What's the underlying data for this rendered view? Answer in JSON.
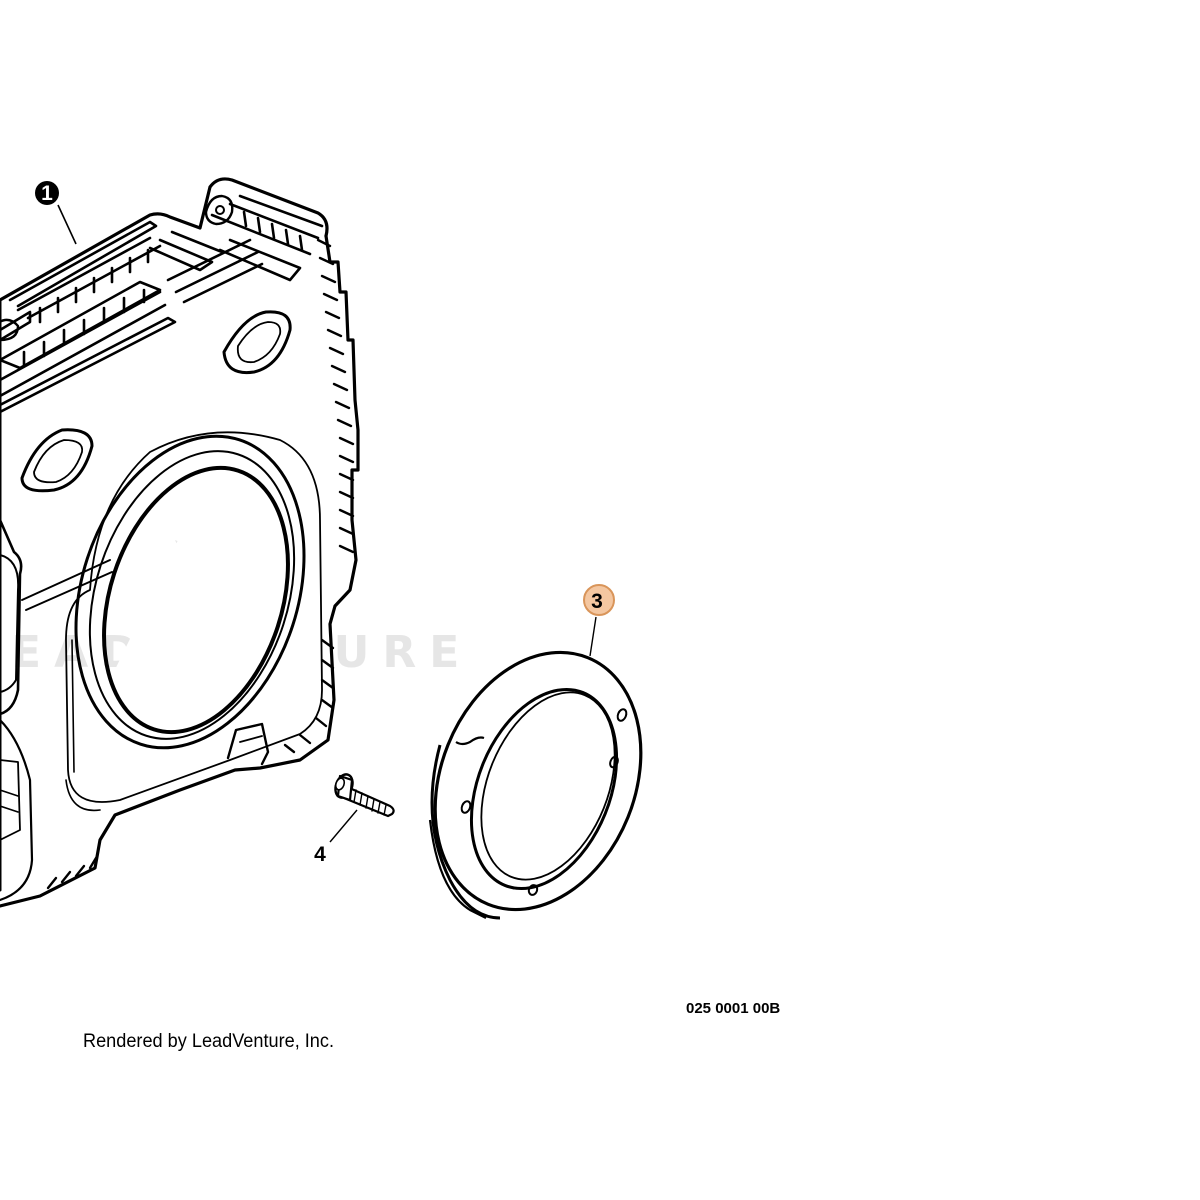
{
  "callouts": {
    "item_1": "1",
    "item_3": "3",
    "item_4": "4"
  },
  "watermark": {
    "text": "LEADVENTURE"
  },
  "diagram_code": "025 0001 00B",
  "credit": "Rendered by LeadVenture, Inc.",
  "colors": {
    "line": "#000000",
    "highlight_fill": "#f4c7a1",
    "highlight_stroke": "#d9955a",
    "watermark": "#e6e6e6"
  }
}
